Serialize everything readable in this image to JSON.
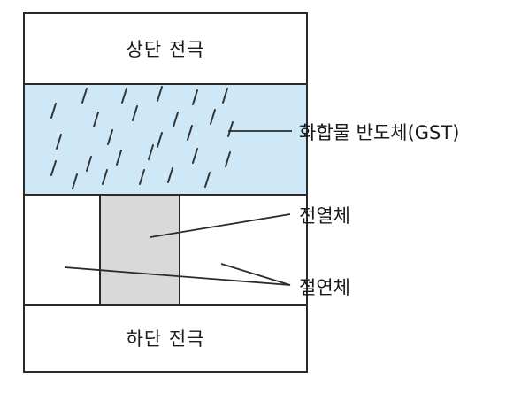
{
  "layers": {
    "top_electrode": "상단 전극",
    "bottom_electrode": "하단 전극"
  },
  "callouts": {
    "compound_semiconductor": "화합물 반도체(GST)",
    "heater": "전열체",
    "insulator": "절연체"
  },
  "colors": {
    "outline": "#2a2a2a",
    "gst_fill": "#cfe8f7",
    "heater_fill": "#d9d9d9",
    "background": "#ffffff"
  }
}
